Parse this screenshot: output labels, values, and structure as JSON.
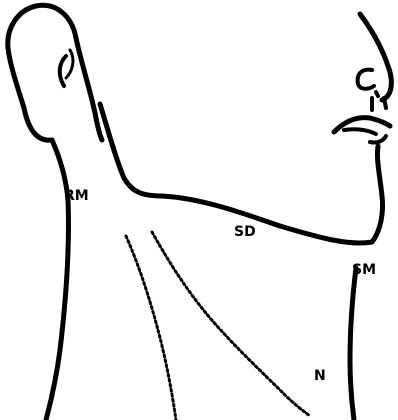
{
  "labels": {
    "rm": "RM",
    "sd": "SD",
    "sm": "SM",
    "n": "N"
  },
  "colors": {
    "line": "#000000",
    "background": "#ffffff"
  }
}
